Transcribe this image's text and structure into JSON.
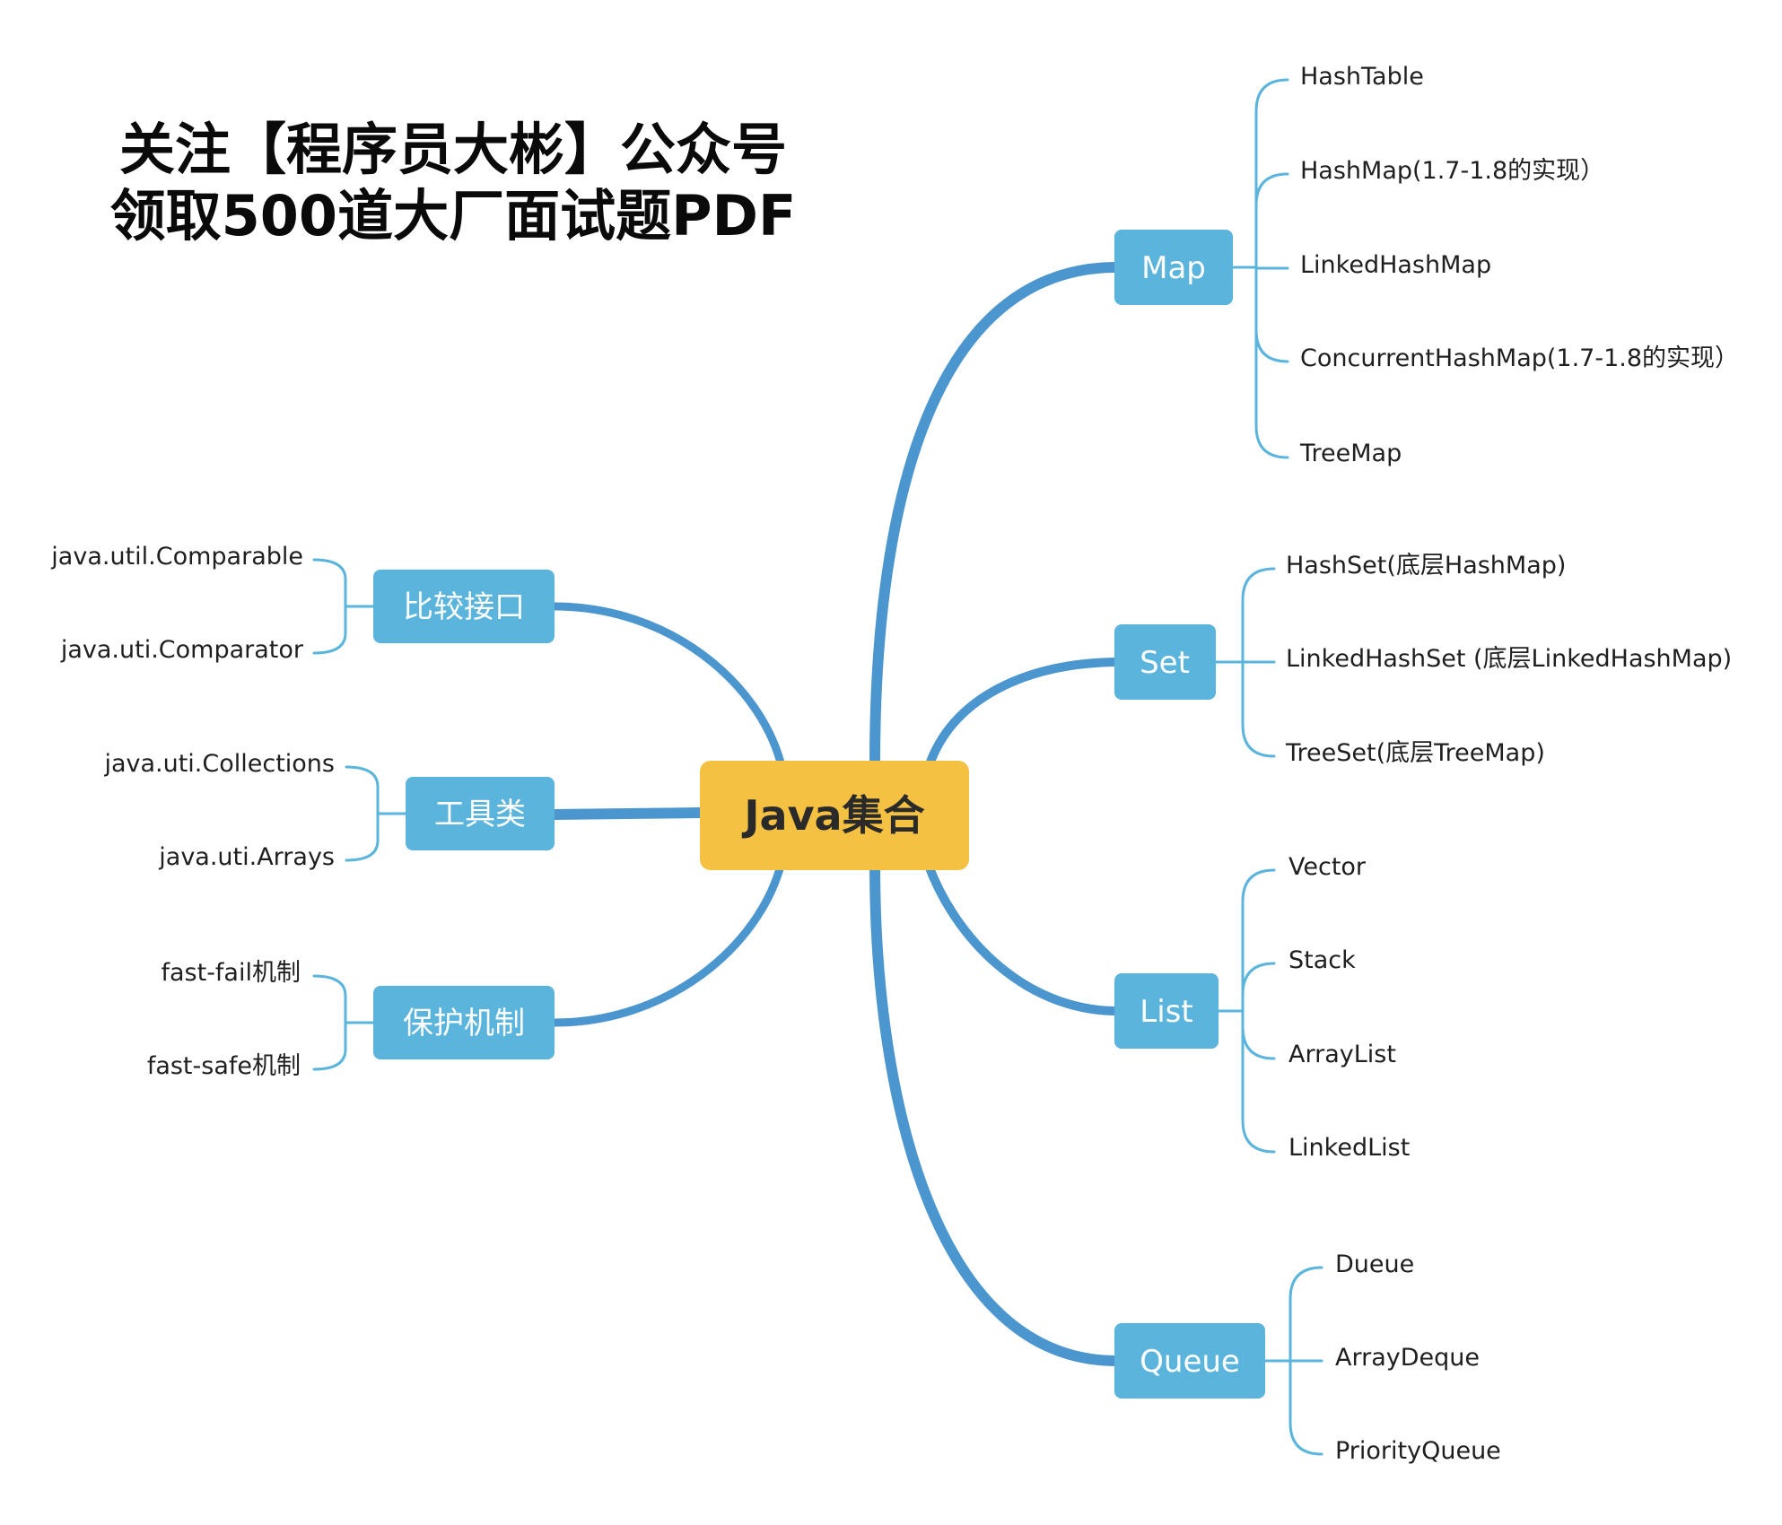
{
  "title": {
    "line1": "关注【程序员大彬】公众号",
    "line2": "领取500道大厂面试题PDF"
  },
  "colors": {
    "root": "#f4c142",
    "branch": "#5ab4dc",
    "connector": "#4c96cf",
    "bracket": "#5ab4dc"
  },
  "root": {
    "label": "Java集合"
  },
  "branches": {
    "map": {
      "label": "Map",
      "items": [
        "HashTable",
        "HashMap(1.7-1.8的实现）",
        "LinkedHashMap",
        "ConcurrentHashMap(1.7-1.8的实现）",
        "TreeMap"
      ]
    },
    "set": {
      "label": "Set",
      "items": [
        "HashSet(底层HashMap)",
        "LinkedHashSet (底层LinkedHashMap)",
        "TreeSet(底层TreeMap)"
      ]
    },
    "list": {
      "label": "List",
      "items": [
        "Vector",
        "Stack",
        "ArrayList",
        "LinkedList"
      ]
    },
    "queue": {
      "label": "Queue",
      "items": [
        "Dueue",
        "ArrayDeque",
        "PriorityQueue"
      ]
    },
    "compare": {
      "label": "比较接口",
      "items": [
        "java.util.Comparable",
        "java.uti.Comparator"
      ]
    },
    "tools": {
      "label": "工具类",
      "items": [
        "java.uti.Collections",
        "java.uti.Arrays"
      ]
    },
    "protect": {
      "label": "保护机制",
      "items": [
        "fast-fail机制",
        "fast-safe机制"
      ]
    }
  }
}
